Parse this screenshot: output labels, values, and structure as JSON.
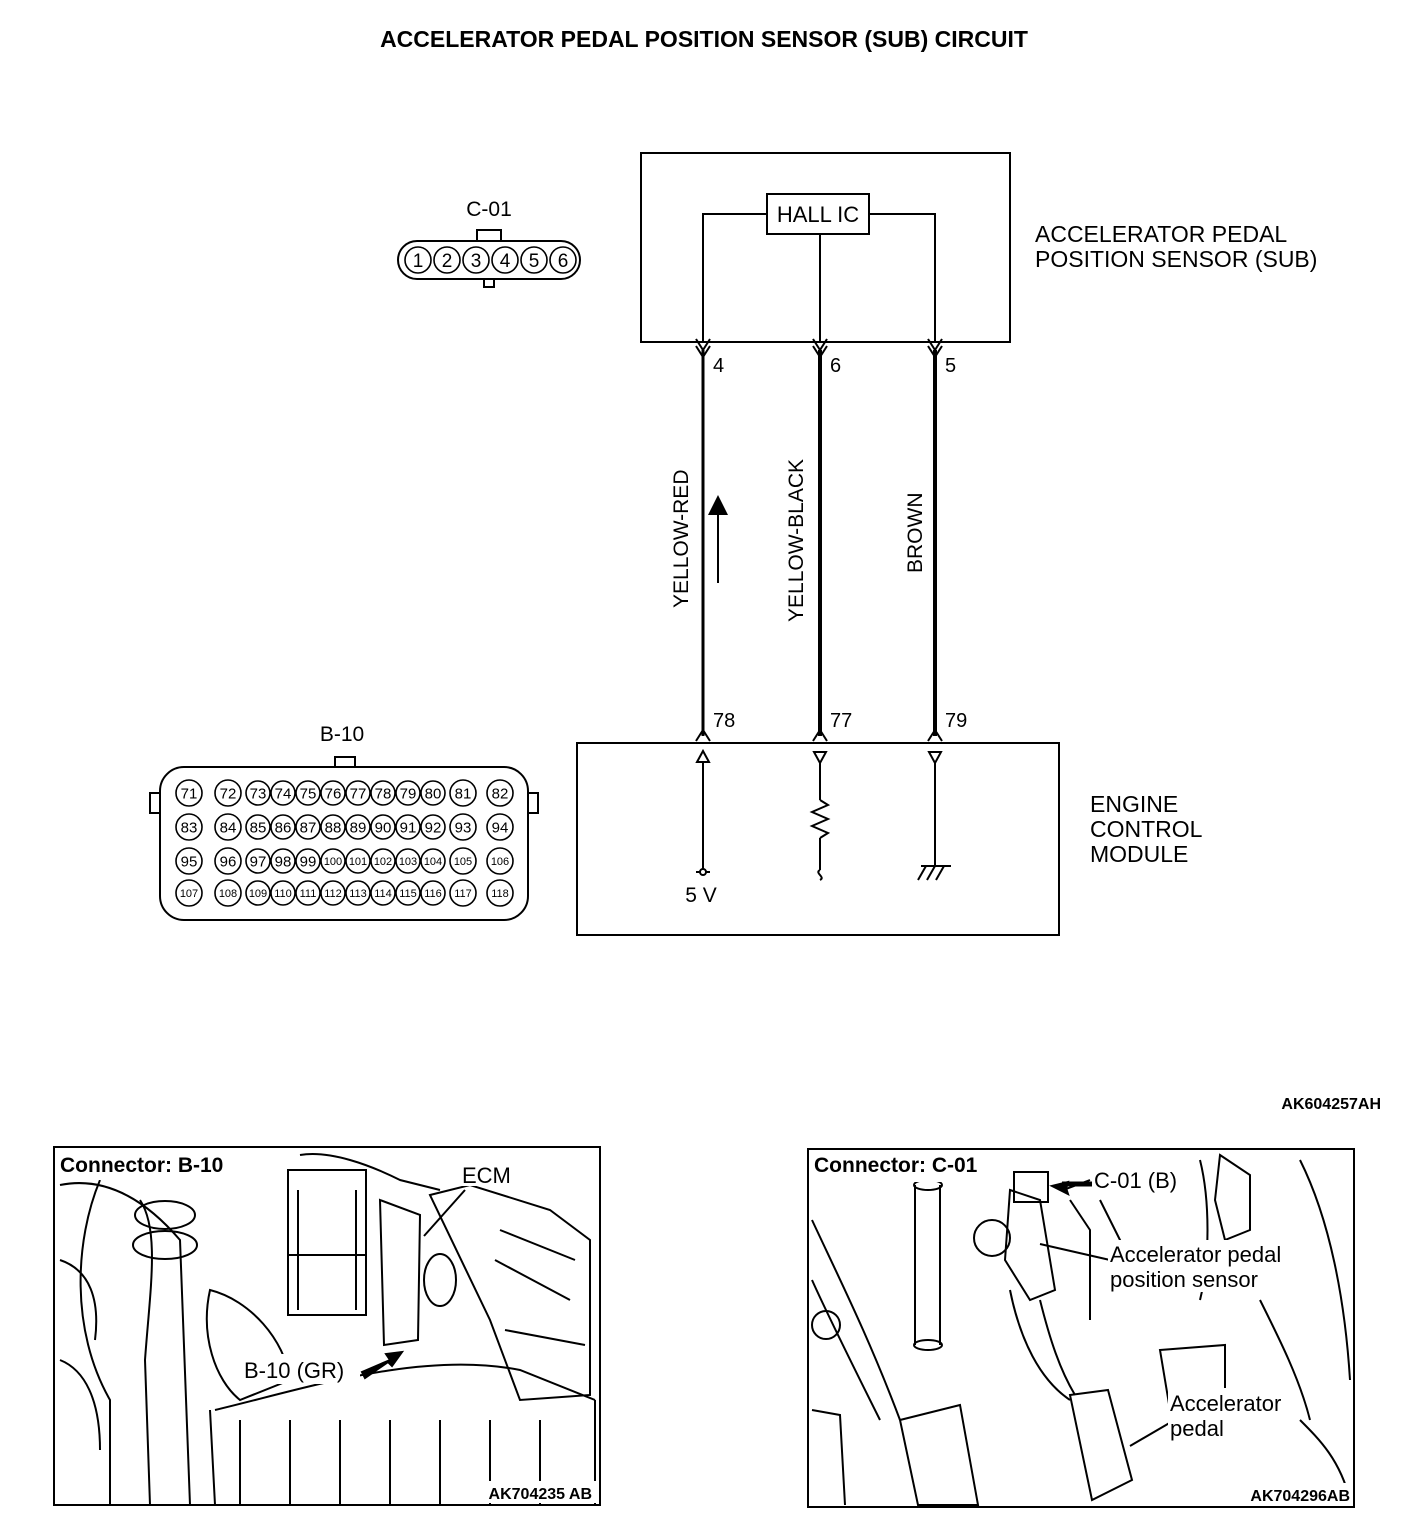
{
  "title": "ACCELERATOR PEDAL POSITION SENSOR (SUB) CIRCUIT",
  "sensor": {
    "label_line1": "ACCELERATOR PEDAL",
    "label_line2": "POSITION SENSOR (SUB)",
    "ic_label": "HALL IC",
    "connector": "C-01",
    "connector_pins": [
      "1",
      "2",
      "3",
      "4",
      "5",
      "6"
    ],
    "terminals": [
      "4",
      "6",
      "5"
    ]
  },
  "ecm": {
    "label_line1": "ENGINE",
    "label_line2": "CONTROL",
    "label_line3": "MODULE",
    "connector": "B-10",
    "connector_pins": [
      [
        "71",
        "72",
        "73",
        "74",
        "75",
        "76",
        "77",
        "78",
        "79",
        "80",
        "81",
        "82"
      ],
      [
        "83",
        "84",
        "85",
        "86",
        "87",
        "88",
        "89",
        "90",
        "91",
        "92",
        "93",
        "94"
      ],
      [
        "95",
        "96",
        "97",
        "98",
        "99",
        "100",
        "101",
        "102",
        "103",
        "104",
        "105",
        "106"
      ],
      [
        "107",
        "108",
        "109",
        "110",
        "111",
        "112",
        "113",
        "114",
        "115",
        "116",
        "117",
        "118"
      ]
    ],
    "terminals": [
      "78",
      "77",
      "79"
    ],
    "supply_label": "5 V"
  },
  "wires": [
    "YELLOW-RED",
    "YELLOW-BLACK",
    "BROWN"
  ],
  "diagram_code": "AK604257AH",
  "photo_left": {
    "heading": "Connector: B-10",
    "callout_ecm": "ECM",
    "callout_connector": "B-10 (GR)",
    "code": "AK704235 AB"
  },
  "photo_right": {
    "heading": "Connector: C-01",
    "callout_connector": "C-01 (B)",
    "callout_sensor_line1": "Accelerator pedal",
    "callout_sensor_line2": "position sensor",
    "callout_pedal_line1": "Accelerator",
    "callout_pedal_line2": "pedal",
    "code": "AK704296AB"
  }
}
